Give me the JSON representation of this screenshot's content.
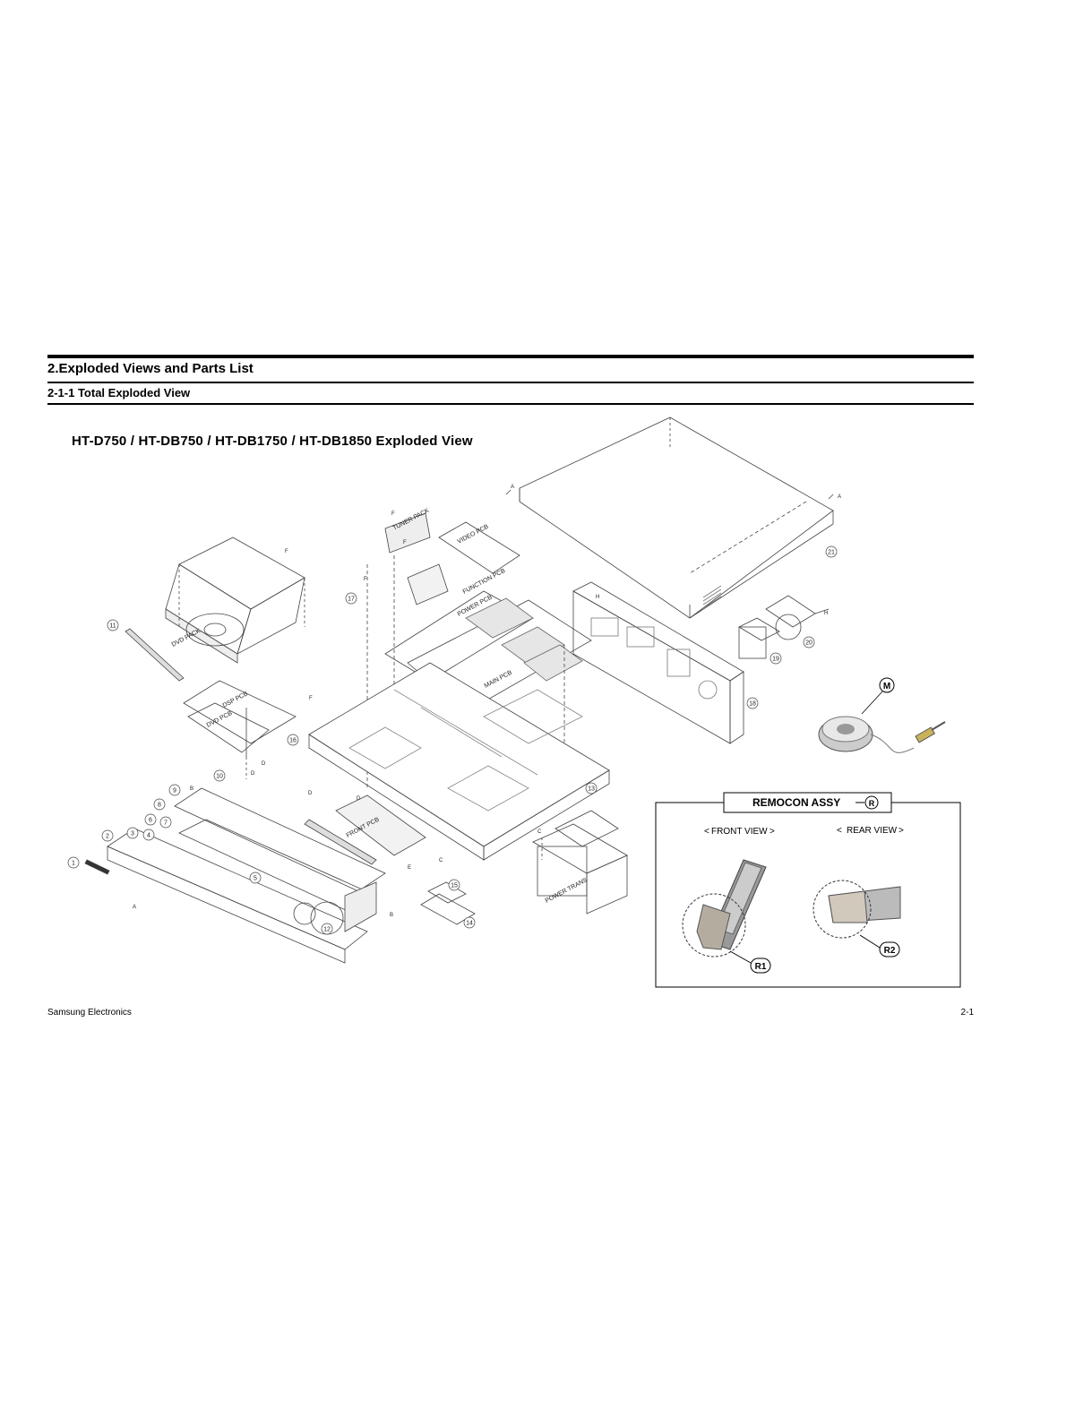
{
  "header": {
    "section_title": "2.Exploded Views and Parts List",
    "subsection_title": "2-1-1 Total Exploded View"
  },
  "figure": {
    "title": "HT-D750 / HT-DB750 / HT-DB1750 / HT-DB1850  Exploded View",
    "part_labels": {
      "dvd_pack": "DVD PACK",
      "dsp_pcb": "DSP PCB",
      "dvd_pcb": "DVD PCB",
      "tuner_pack": "TUNER PACK",
      "video_pcb": "VIDEO PCB",
      "function_pcb": "FUNCTION PCB",
      "power_pcb": "POWER PCB",
      "main_pcb": "MAIN PCB",
      "front_pcb": "FRONT PCB",
      "power_trans": "POWER TRANS"
    },
    "callouts": [
      "1",
      "2",
      "3",
      "4",
      "5",
      "6",
      "7",
      "8",
      "9",
      "10",
      "11",
      "12",
      "13",
      "14",
      "15",
      "16",
      "17",
      "18",
      "19",
      "20",
      "21"
    ],
    "screw_letters": [
      "A",
      "B",
      "C",
      "D",
      "E",
      "F",
      "H"
    ],
    "mic_label": "M"
  },
  "remocon": {
    "title": "REMOCON   ASSY",
    "badge": "R",
    "front_view": "FRONT VIEW",
    "rear_view": "REAR VIEW",
    "r1": "R1",
    "r2": "R2"
  },
  "footer": {
    "left": "Samsung Electronics",
    "right": "2-1"
  },
  "colors": {
    "line": "#000000",
    "drawing": "#444444"
  }
}
